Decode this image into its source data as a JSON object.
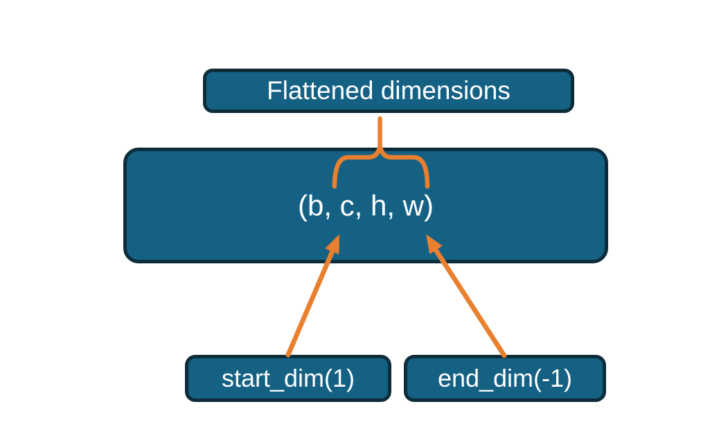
{
  "background_color": "#ffffff",
  "colors": {
    "box_fill": "#156184",
    "box_border": "#0d2c3a",
    "connector_orange": "#e8802f",
    "box_text": "#ffffff"
  },
  "boxes": {
    "flattened": {
      "label": "Flattened dimensions"
    },
    "tensor": {
      "label": "(b, c, h, w)"
    },
    "start_dim": {
      "label": "start_dim(1)"
    },
    "end_dim": {
      "label": "end_dim(-1)"
    }
  },
  "connectors": [
    {
      "type": "brace",
      "from": "flattened",
      "to": "tensor",
      "spans": "c, h, w"
    },
    {
      "type": "arrow",
      "from": "start_dim",
      "points_to": "c"
    },
    {
      "type": "arrow",
      "from": "end_dim",
      "points_to": "w"
    }
  ]
}
